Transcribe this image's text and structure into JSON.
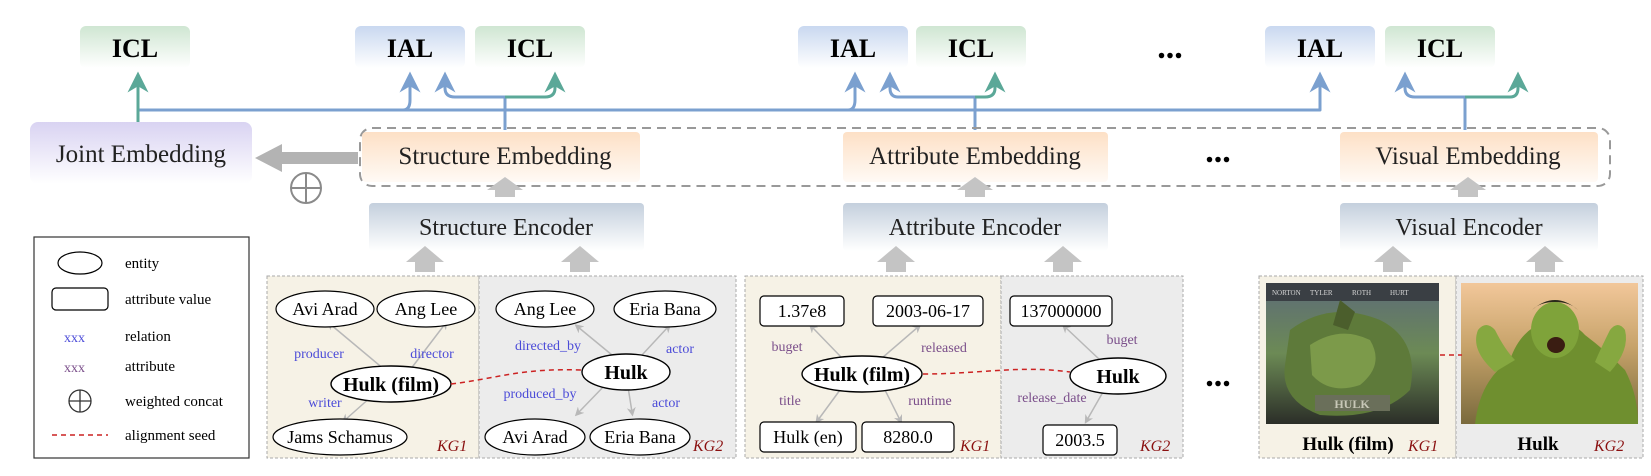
{
  "top_labels": {
    "icl": "ICL",
    "ial": "IAL",
    "ellipsis": "..."
  },
  "embeddings": {
    "joint": "Joint Embedding",
    "structure": "Structure Embedding",
    "attribute": "Attribute Embedding",
    "visual": "Visual Embedding",
    "ellipsis": "..."
  },
  "encoders": {
    "structure": "Structure Encoder",
    "attribute": "Attribute Encoder",
    "visual": "Visual Encoder"
  },
  "concat_symbol": "⊕",
  "legend": {
    "entity": "entity",
    "attribute_value": "attribute value",
    "relation_sample": "xxx",
    "relation": "relation",
    "attribute_sample": "xxx",
    "attribute": "attribute",
    "weighted_concat": "weighted concat",
    "alignment_seed": "alignment seed"
  },
  "structure_kg1": {
    "center": "Hulk (film)",
    "n1": "Avi Arad",
    "n2": "Ang Lee",
    "n3": "Jams Schamus",
    "r1": "producer",
    "r2": "director",
    "r3": "writer",
    "tag": "KG1"
  },
  "structure_kg2": {
    "center": "Hulk",
    "n1": "Ang Lee",
    "n2": "Eria Bana",
    "n3": "Avi Arad",
    "n4": "Eria Bana",
    "r1": "directed_by",
    "r2": "actor",
    "r3": "produced_by",
    "r4": "actor",
    "tag": "KG2"
  },
  "attribute_kg1": {
    "center": "Hulk (film)",
    "v1": "1.37e8",
    "v2": "2003-06-17",
    "v3": "Hulk (en)",
    "v4": "8280.0",
    "a1": "buget",
    "a2": "released",
    "a3": "title",
    "a4": "runtime",
    "tag": "KG1"
  },
  "attribute_kg2": {
    "center": "Hulk",
    "v1": "137000000",
    "v2": "2003.5",
    "a1": "buget",
    "a2": "release_date",
    "tag": "KG2"
  },
  "mid_ellipsis": "...",
  "visual_kg1": {
    "caption": "Hulk (film)",
    "tag": "KG1"
  },
  "visual_kg2": {
    "caption": "Hulk",
    "tag": "KG2"
  },
  "colors": {
    "blue_arrow": "#7ba0cf",
    "green_arrow": "#5ba898",
    "gray_arrow": "#b0b0b0",
    "red_dash": "#cc2222"
  }
}
